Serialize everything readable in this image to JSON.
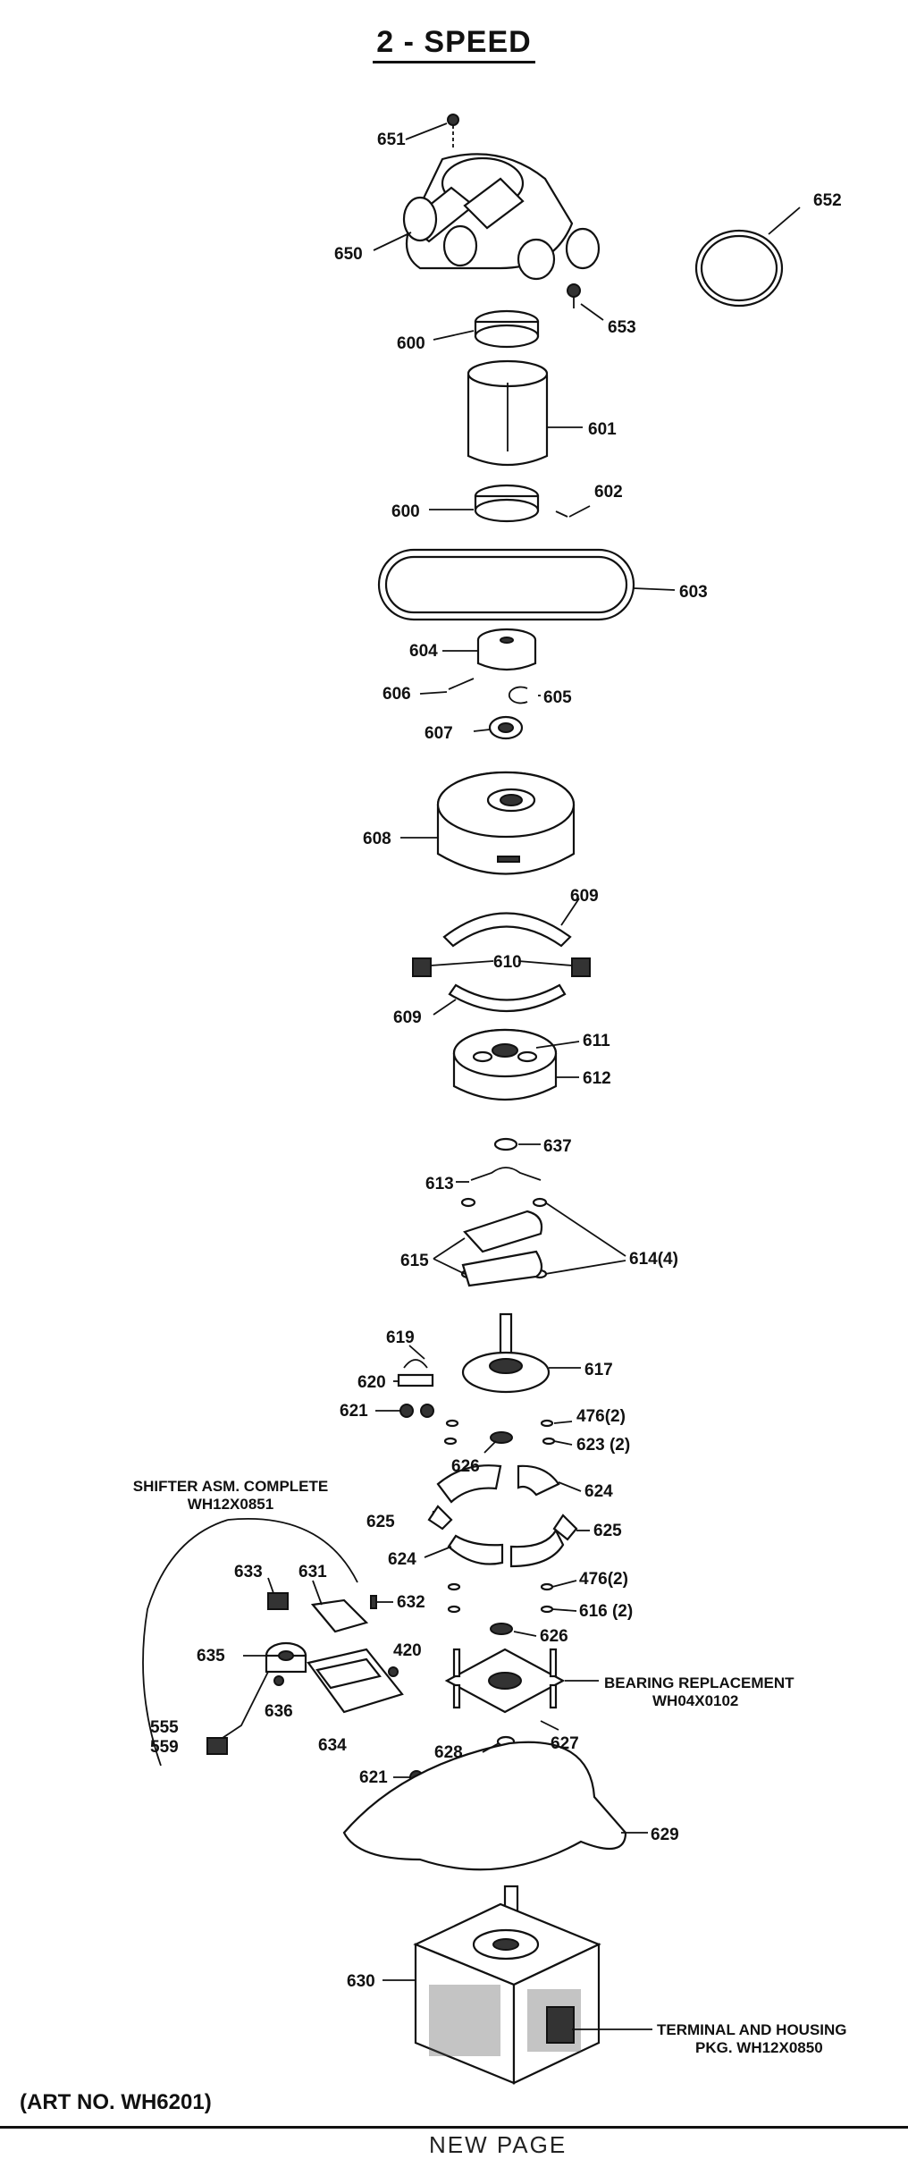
{
  "title": "2 - SPEED",
  "art_no": "(ART NO. WH6201)",
  "footer_text": "NEW PAGE",
  "labels": [
    {
      "id": "651",
      "text": "651"
    },
    {
      "id": "652",
      "text": "652"
    },
    {
      "id": "650",
      "text": "650"
    },
    {
      "id": "653",
      "text": "653"
    },
    {
      "id": "600a",
      "text": "600"
    },
    {
      "id": "601",
      "text": "601"
    },
    {
      "id": "600b",
      "text": "600"
    },
    {
      "id": "602",
      "text": "602"
    },
    {
      "id": "603",
      "text": "603"
    },
    {
      "id": "604",
      "text": "604"
    },
    {
      "id": "606",
      "text": "606"
    },
    {
      "id": "605",
      "text": "605"
    },
    {
      "id": "607",
      "text": "607"
    },
    {
      "id": "608",
      "text": "608"
    },
    {
      "id": "609a",
      "text": "609"
    },
    {
      "id": "610",
      "text": "610"
    },
    {
      "id": "609b",
      "text": "609"
    },
    {
      "id": "611",
      "text": "611"
    },
    {
      "id": "612",
      "text": "612"
    },
    {
      "id": "637",
      "text": "637"
    },
    {
      "id": "613",
      "text": "613"
    },
    {
      "id": "614",
      "text": "614(4)"
    },
    {
      "id": "615",
      "text": "615"
    },
    {
      "id": "619",
      "text": "619"
    },
    {
      "id": "620",
      "text": "620"
    },
    {
      "id": "617",
      "text": "617"
    },
    {
      "id": "621a",
      "text": "621"
    },
    {
      "id": "476a",
      "text": "476(2)"
    },
    {
      "id": "623",
      "text": "623 (2)"
    },
    {
      "id": "626a",
      "text": "626"
    },
    {
      "id": "624a",
      "text": "624"
    },
    {
      "id": "625a",
      "text": "625"
    },
    {
      "id": "625b",
      "text": "625"
    },
    {
      "id": "624b",
      "text": "624"
    },
    {
      "id": "476b",
      "text": "476(2)"
    },
    {
      "id": "616",
      "text": "616 (2)"
    },
    {
      "id": "633",
      "text": "633"
    },
    {
      "id": "631",
      "text": "631"
    },
    {
      "id": "632",
      "text": "632"
    },
    {
      "id": "626b",
      "text": "626"
    },
    {
      "id": "635",
      "text": "635"
    },
    {
      "id": "420",
      "text": "420"
    },
    {
      "id": "636",
      "text": "636"
    },
    {
      "id": "634",
      "text": "634"
    },
    {
      "id": "555",
      "text": "555"
    },
    {
      "id": "559",
      "text": "559"
    },
    {
      "id": "628",
      "text": "628"
    },
    {
      "id": "627",
      "text": "627"
    },
    {
      "id": "621b",
      "text": "621"
    },
    {
      "id": "629",
      "text": "629"
    },
    {
      "id": "630",
      "text": "630"
    }
  ],
  "notes": {
    "shifter_line1": "SHIFTER ASM. COMPLETE",
    "shifter_line2": "WH12X0851",
    "bearing_line1": "BEARING REPLACEMENT",
    "bearing_line2": "WH04X0102",
    "terminal_line1": "TERMINAL AND HOUSING",
    "terminal_line2": "PKG. WH12X0850"
  }
}
